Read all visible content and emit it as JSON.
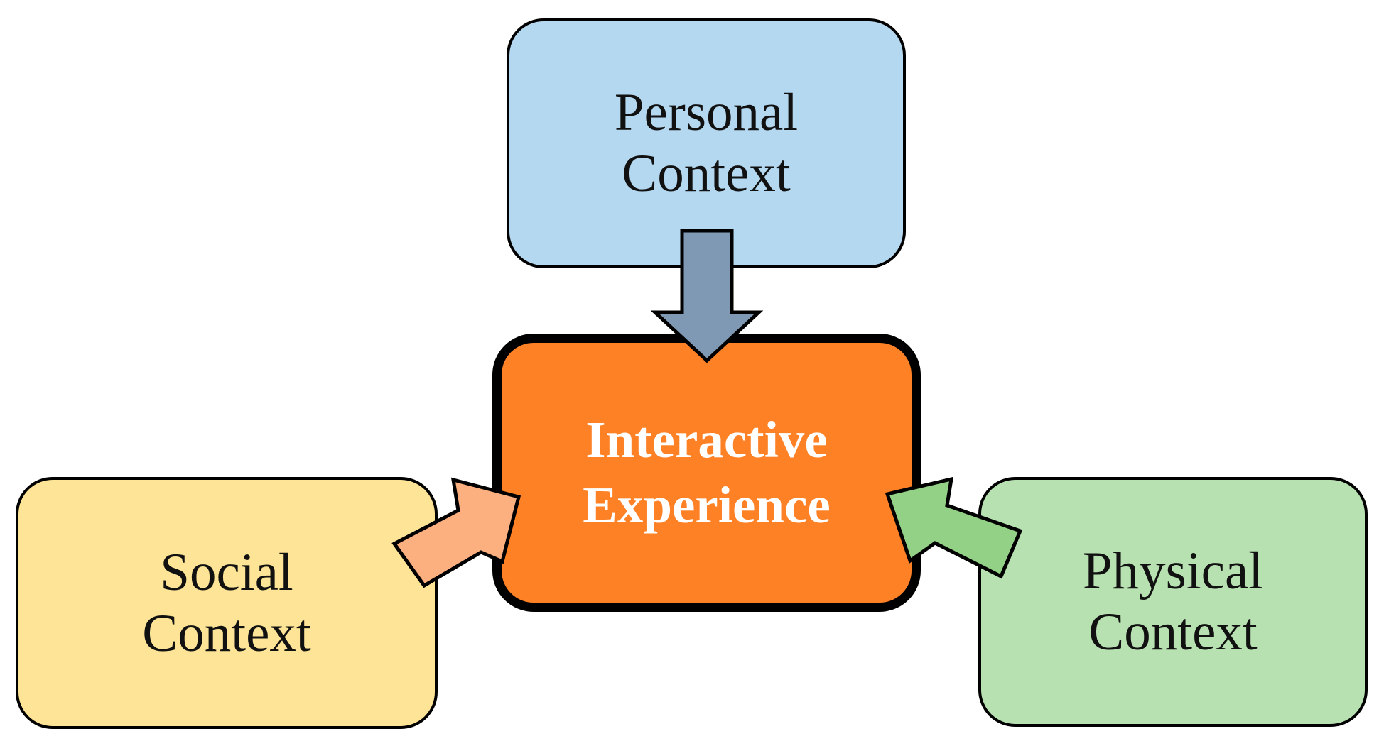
{
  "boxes": {
    "personal": {
      "line1": "Personal",
      "line2": "Context",
      "fill": "#b4d8f0"
    },
    "social": {
      "line1": "Social",
      "line2": "Context",
      "fill": "#fde496"
    },
    "physical": {
      "line1": "Physical",
      "line2": "Context",
      "fill": "#b8e1b2"
    },
    "center": {
      "line1": "Interactive",
      "line2": "Experience",
      "fill": "#fe8126"
    }
  },
  "arrows": {
    "personal_to_center": {
      "fill": "#7f99b5"
    },
    "social_to_center": {
      "fill": "#fdb07f"
    },
    "physical_to_center": {
      "fill": "#93d186"
    }
  }
}
